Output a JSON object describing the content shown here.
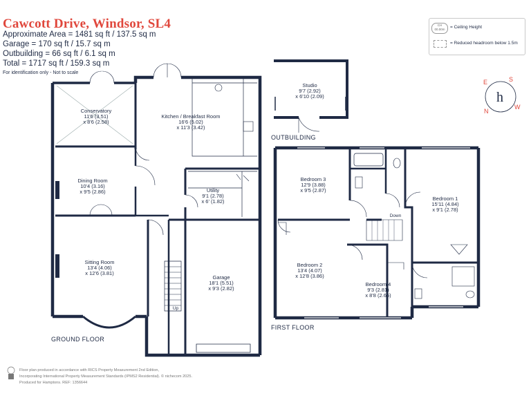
{
  "header": {
    "title": "Cawcott Drive, Windsor, SL4",
    "areas": [
      "Approximate Area = 1481 sq ft / 137.5 sq m",
      "Garage = 170 sq ft / 15.7 sq m",
      "Outbuilding = 66 sq ft / 6.1 sq m",
      "Total = 1717 sq ft / 159.3 sq m"
    ],
    "note": "For identification only - Not to scale"
  },
  "legend": {
    "ceiling_icon_text": "CH\n00.00m",
    "ceiling_label": "= Ceiling Height",
    "reduced_label": "= Reduced headroom below 1.5m"
  },
  "compass": {
    "n": "N",
    "e": "E",
    "s": "S",
    "w": "W",
    "logo": "h"
  },
  "floors": {
    "ground": "GROUND FLOOR",
    "first": "FIRST FLOOR",
    "outbuilding": "OUTBUILDING"
  },
  "rooms": {
    "conservatory": {
      "name": "Conservatory",
      "imperial": "11'6 (3.51)",
      "metric": "x 8'6 (2.58)"
    },
    "kitchen": {
      "name": "Kitchen / Breakfast Room",
      "imperial": "16'6 (5.02)",
      "metric": "x 11'3 (3.42)"
    },
    "dining": {
      "name": "Dining Room",
      "imperial": "10'4 (3.16)",
      "metric": "x 9'5 (2.86)"
    },
    "utility": {
      "name": "Utility",
      "imperial": "9'1 (2.78)",
      "metric": "x 6' (1.82)"
    },
    "sitting": {
      "name": "Sitting Room",
      "imperial": "13'4 (4.06)",
      "metric": "x 12'6 (3.81)"
    },
    "garage": {
      "name": "Garage",
      "imperial": "18'1 (5.51)",
      "metric": "x 9'3 (2.82)"
    },
    "studio": {
      "name": "Studio",
      "imperial": "9'7 (2.92)",
      "metric": "x 6'10 (2.09)"
    },
    "bedroom3": {
      "name": "Bedroom 3",
      "imperial": "12'9 (3.88)",
      "metric": "x 9'5 (2.87)"
    },
    "bedroom1": {
      "name": "Bedroom 1",
      "imperial": "15'11 (4.84)",
      "metric": "x 9'1 (2.78)"
    },
    "bedroom2": {
      "name": "Bedroom 2",
      "imperial": "13'4 (4.07)",
      "metric": "x 12'8 (3.86)"
    },
    "bedroom4": {
      "name": "Bedroom 4",
      "imperial": "9'3 (2.81)",
      "metric": "x 8'8 (2.65)"
    }
  },
  "stairs": {
    "up": "Up",
    "down": "Down"
  },
  "footer": {
    "line1": "Floor plan produced in accordance with RICS Property Measurement 2nd Edition,",
    "line2a": "Incorporating International Property Measurement Standards (IPMS2 Residential).",
    "brand": "© nichecom 2025.",
    "line3": "Produced for Hamptons.   REF:  1356644"
  },
  "colors": {
    "title": "#e0473c",
    "wall": "#1f2a44",
    "compass": "#e0473c"
  }
}
